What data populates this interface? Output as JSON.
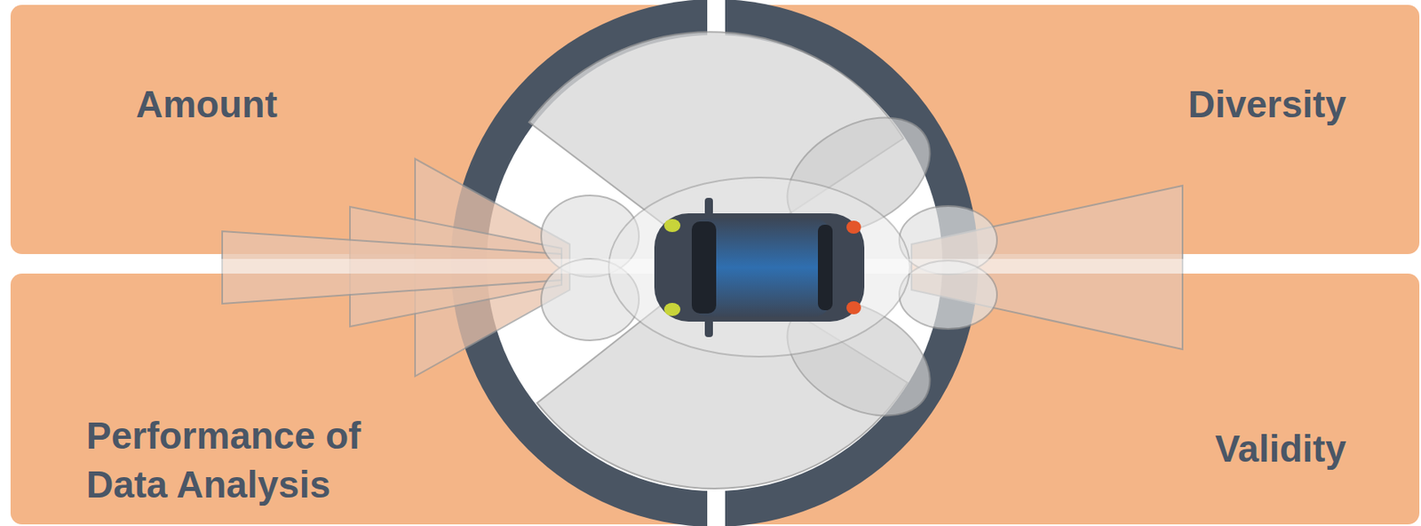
{
  "diagram": {
    "nodes": [
      {
        "text": [
          "Amount"
        ]
      },
      {
        "text": [
          "Diversity"
        ]
      },
      {
        "text": [
          "Performance of Data Analysis"
        ]
      },
      {
        "text": [
          "Validity"
        ]
      }
    ]
  }
}
